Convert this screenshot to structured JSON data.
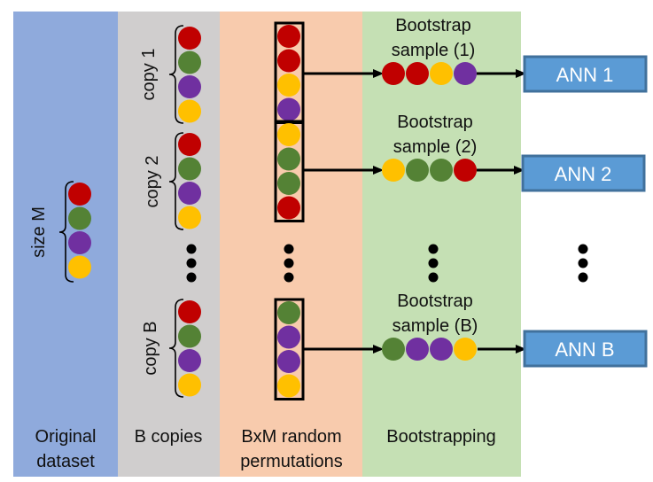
{
  "colors": {
    "red": "#c00000",
    "green": "#548235",
    "purple": "#7030a0",
    "yellow": "#ffc000",
    "panel_original": "#8faadc",
    "panel_copies": "#d0cece",
    "panel_permutations": "#f8cbad",
    "panel_bootstrapping": "#c5e0b4",
    "ann_fill": "#5b9bd5",
    "ann_border": "#41719c"
  },
  "panels": [
    {
      "id": "original",
      "label_lines": [
        "Original",
        "dataset"
      ]
    },
    {
      "id": "copies",
      "label_lines": [
        "B copies"
      ]
    },
    {
      "id": "permutations",
      "label_lines": [
        "BxM random",
        "permutations"
      ]
    },
    {
      "id": "bootstrapping",
      "label_lines": [
        "Bootstrapping"
      ]
    }
  ],
  "original_dataset": {
    "brace_label": "size M",
    "items": [
      "red",
      "green",
      "purple",
      "yellow"
    ]
  },
  "copies": [
    {
      "label": "copy 1",
      "items": [
        "red",
        "green",
        "purple",
        "yellow"
      ]
    },
    {
      "label": "copy 2",
      "items": [
        "red",
        "green",
        "purple",
        "yellow"
      ]
    },
    {
      "label": "copy B",
      "items": [
        "red",
        "green",
        "purple",
        "yellow"
      ]
    }
  ],
  "permutations": [
    {
      "items": [
        "red",
        "red",
        "yellow",
        "purple"
      ]
    },
    {
      "items": [
        "yellow",
        "green",
        "green",
        "red"
      ]
    },
    {
      "items": [
        "green",
        "purple",
        "purple",
        "yellow"
      ]
    }
  ],
  "samples": [
    {
      "label_lines": [
        "Bootstrap",
        "sample (1)"
      ],
      "items": [
        "red",
        "red",
        "yellow",
        "purple"
      ]
    },
    {
      "label_lines": [
        "Bootstrap",
        "sample (2)"
      ],
      "items": [
        "yellow",
        "green",
        "green",
        "red"
      ]
    },
    {
      "label_lines": [
        "Bootstrap",
        "sample (B)"
      ],
      "items": [
        "green",
        "purple",
        "purple",
        "yellow"
      ]
    }
  ],
  "models": [
    {
      "label": "ANN 1"
    },
    {
      "label": "ANN 2"
    },
    {
      "label": "ANN B"
    }
  ]
}
